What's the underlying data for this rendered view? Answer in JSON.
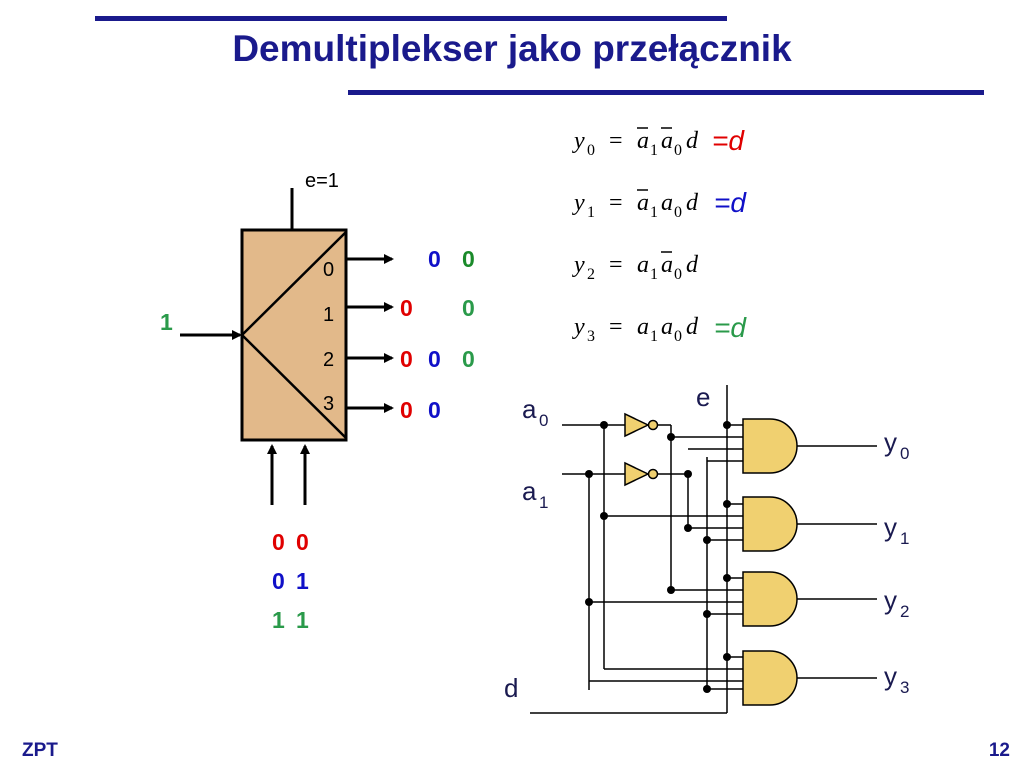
{
  "title": "Demultiplekser jako przełącznik",
  "footer": {
    "left": "ZPT",
    "right": "12"
  },
  "colors": {
    "navy": "#1a1a8c",
    "red": "#e00000",
    "blue": "#1010c8",
    "green": "#2a9a4a",
    "dark_green": "#1a8a2a",
    "gate": "#f0d070",
    "block": "#e2b98a"
  },
  "demux": {
    "enable_label": "e=1",
    "outputs": [
      "0",
      "1",
      "2",
      "3"
    ],
    "data_input": "1",
    "output_values": {
      "row0": [
        "0",
        "0"
      ],
      "row1": [
        "0",
        "0"
      ],
      "row2": [
        "0",
        "0",
        "0"
      ],
      "row3": [
        "0",
        "0"
      ]
    },
    "select_combos": [
      [
        "0",
        "0"
      ],
      [
        "0",
        "1"
      ],
      [
        "1",
        "1"
      ]
    ]
  },
  "equations": {
    "y0": "y0 = ā1ā0d",
    "y1": "y1 = ā1a0d",
    "y2": "y2 = a1ā0d",
    "y3": "y3 = a1a0d",
    "eq_d": "=d"
  },
  "circuit": {
    "input_a0": "a",
    "input_a0_sub": "0",
    "input_a1": "a",
    "input_a1_sub": "1",
    "input_d": "d",
    "input_e": "e",
    "out_y": "y",
    "out_subs": [
      "0",
      "1",
      "2",
      "3"
    ]
  }
}
